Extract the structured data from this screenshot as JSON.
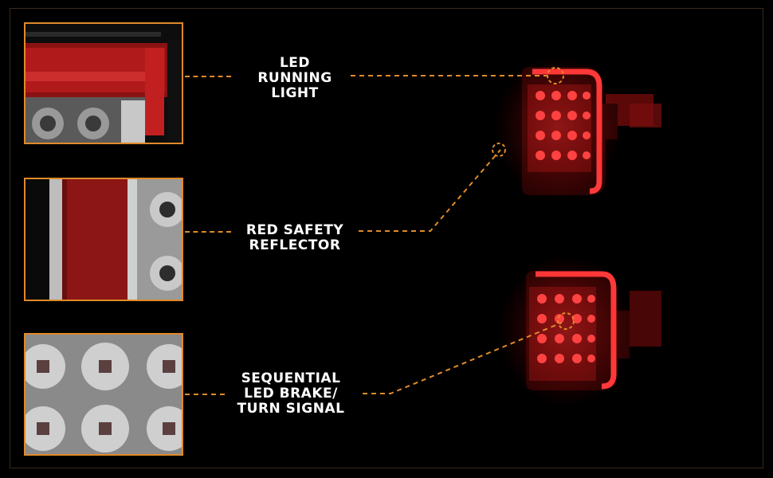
{
  "features": [
    {
      "lines": [
        "LED",
        "RUNNING",
        "LIGHT"
      ]
    },
    {
      "lines": [
        "RED SAFETY",
        "REFLECTOR"
      ]
    },
    {
      "lines": [
        "SEQUENTIAL",
        "LED BRAKE/",
        "TURN SIGNAL"
      ]
    }
  ],
  "colors": {
    "accent": "#e08a2a",
    "led_red": "#e0202a",
    "background": "#000000"
  }
}
